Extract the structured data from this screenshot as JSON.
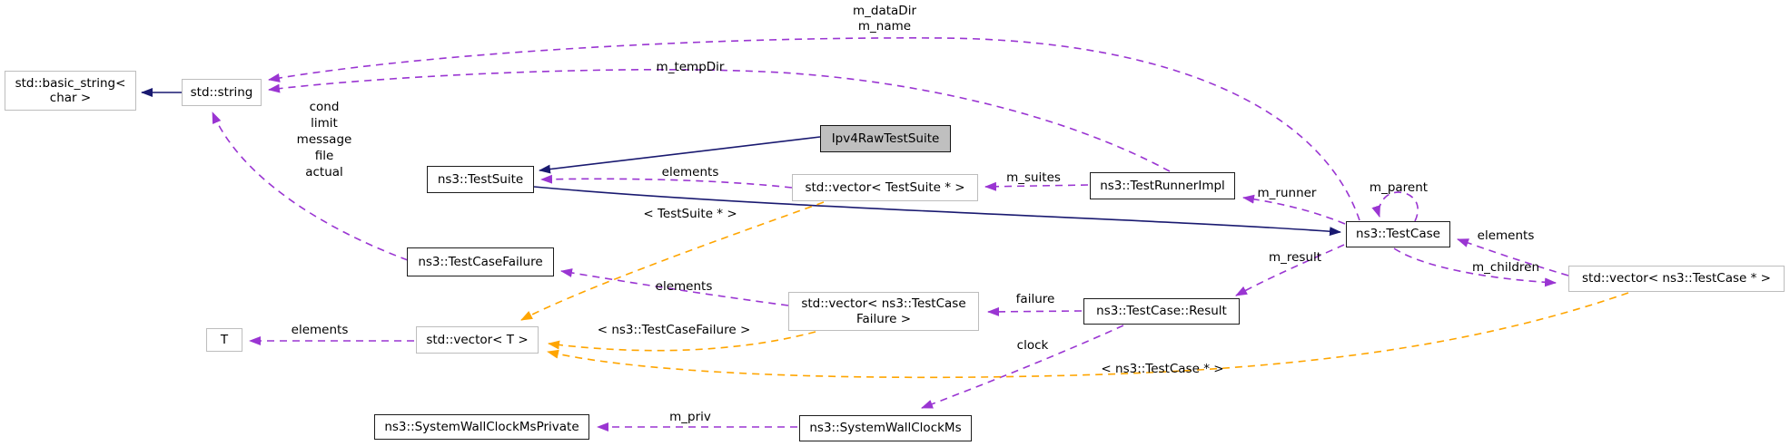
{
  "diagram": {
    "kind": "collaboration-graph",
    "focus_class": "Ipv4RawTestSuite"
  },
  "colors": {
    "inheritance_edge": "#191970",
    "usage_edge": "#9a35d2",
    "template_edge": "#ffa500",
    "ns3_node_border": "#1c1c1c",
    "std_node_border": "#bdbdbd",
    "main_node_fill": "#bfbfbf",
    "background": "#ffffff",
    "text": "#000000"
  },
  "nodes": [
    {
      "label": "std::basic_string< char >"
    },
    {
      "label": "std::string"
    },
    {
      "label": "Ipv4RawTestSuite"
    },
    {
      "label": "ns3::TestSuite"
    },
    {
      "label": "std::vector< TestSuite * >"
    },
    {
      "label": "ns3::TestRunnerImpl"
    },
    {
      "label": "ns3::TestCase"
    },
    {
      "label": "std::vector< ns3::TestCase * >"
    },
    {
      "label": "ns3::TestCaseFailure"
    },
    {
      "label": "std::vector< ns3::TestCase Failure >"
    },
    {
      "label": "ns3::TestCase::Result"
    },
    {
      "label": "T"
    },
    {
      "label": "std::vector< T >"
    },
    {
      "label": "ns3::SystemWallClockMsPrivate"
    },
    {
      "label": "ns3::SystemWallClockMs"
    }
  ],
  "edge_labels": [
    {
      "text": "m_dataDir"
    },
    {
      "text": "m_name"
    },
    {
      "text": "m_tempDir"
    },
    {
      "text": "cond"
    },
    {
      "text": "limit"
    },
    {
      "text": "message"
    },
    {
      "text": "file"
    },
    {
      "text": "actual"
    },
    {
      "text": "elements"
    },
    {
      "text": "m_suites"
    },
    {
      "text": "m_runner"
    },
    {
      "text": "m_parent"
    },
    {
      "text": "< TestSuite * >"
    },
    {
      "text": "elements"
    },
    {
      "text": "m_children"
    },
    {
      "text": "m_result"
    },
    {
      "text": "elements"
    },
    {
      "text": "failure"
    },
    {
      "text": "elements"
    },
    {
      "text": "< ns3::TestCaseFailure >"
    },
    {
      "text": "clock"
    },
    {
      "text": "< ns3::TestCase * >"
    },
    {
      "text": "m_priv"
    }
  ]
}
